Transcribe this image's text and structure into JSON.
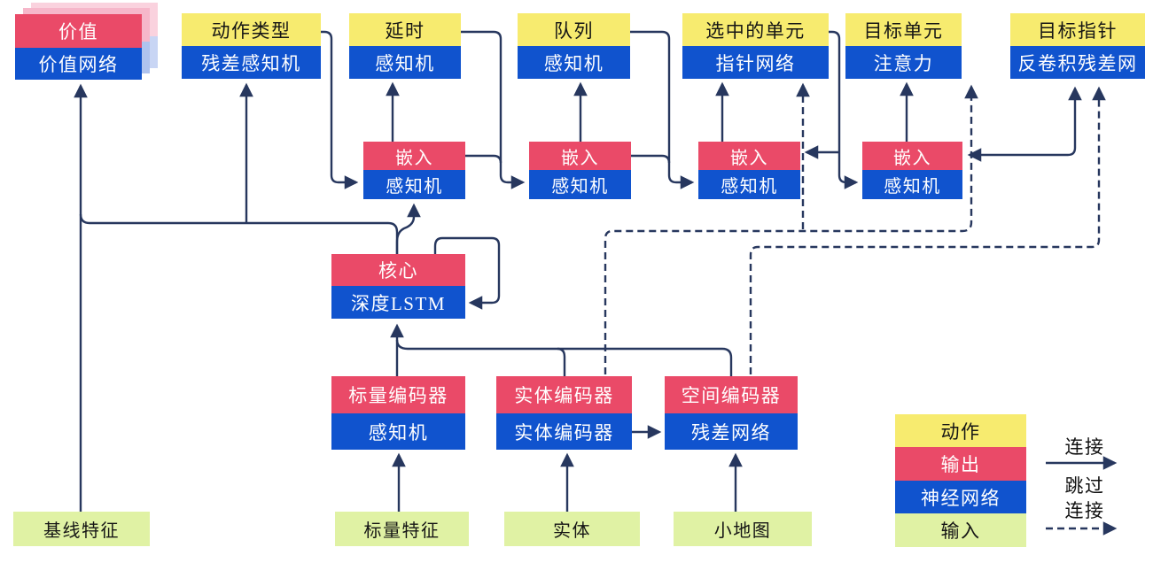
{
  "nodes": {
    "value": {
      "header": "价值",
      "body": "价值网络"
    },
    "action_type": {
      "header": "动作类型",
      "body": "残差感知机"
    },
    "delay": {
      "header": "延时",
      "body": "感知机"
    },
    "queue": {
      "header": "队列",
      "body": "感知机"
    },
    "selected_units": {
      "header": "选中的单元",
      "body": "指针网络"
    },
    "target_unit": {
      "header": "目标单元",
      "body": "注意力"
    },
    "target_point": {
      "header": "目标指针",
      "body": "反卷积残差网"
    },
    "embed1": {
      "header": "嵌入",
      "body": "感知机"
    },
    "embed2": {
      "header": "嵌入",
      "body": "感知机"
    },
    "embed3": {
      "header": "嵌入",
      "body": "感知机"
    },
    "embed4": {
      "header": "嵌入",
      "body": "感知机"
    },
    "core": {
      "header": "核心",
      "body": "深度LSTM"
    },
    "scalar_encoder": {
      "header": "标量编码器",
      "body": "感知机"
    },
    "entity_encoder": {
      "header": "实体编码器",
      "body": "实体编码器"
    },
    "spatial_encoder": {
      "header": "空间编码器",
      "body": "残差网络"
    },
    "baseline_features": {
      "label": "基线特征"
    },
    "scalar_features": {
      "label": "标量特征"
    },
    "entities": {
      "label": "实体"
    },
    "minimap": {
      "label": "小地图"
    }
  },
  "legend": {
    "action": "动作",
    "output": "输出",
    "network": "神经网络",
    "input": "输入",
    "connection": "连接",
    "skip_line1": "跳过",
    "skip_line2": "连接"
  },
  "colors": {
    "action_yellow": "#F7EB6F",
    "output_red": "#EA4A68",
    "network_blue": "#1053CE",
    "input_green": "#E0F2A4",
    "line_navy": "#27375E",
    "ghost_pink": "#F6B7CA",
    "ghost_blue": "#AFC3EE"
  },
  "connections": [
    {
      "from": "baseline_features",
      "to": "value",
      "type": "connection"
    },
    {
      "from": "core",
      "to": "value",
      "type": "connection"
    },
    {
      "from": "core",
      "to": "action_type",
      "type": "connection"
    },
    {
      "from": "core",
      "to": "embed1",
      "type": "connection"
    },
    {
      "from": "core",
      "to": "core",
      "type": "connection"
    },
    {
      "from": "scalar_encoder",
      "to": "core",
      "type": "connection"
    },
    {
      "from": "entity_encoder",
      "to": "core",
      "type": "connection"
    },
    {
      "from": "spatial_encoder",
      "to": "core",
      "type": "connection"
    },
    {
      "from": "entity_encoder",
      "to": "spatial_encoder",
      "type": "connection"
    },
    {
      "from": "scalar_features",
      "to": "scalar_encoder",
      "type": "connection"
    },
    {
      "from": "entities",
      "to": "entity_encoder",
      "type": "connection"
    },
    {
      "from": "minimap",
      "to": "spatial_encoder",
      "type": "connection"
    },
    {
      "from": "action_type",
      "to": "embed1",
      "type": "connection"
    },
    {
      "from": "embed1",
      "to": "delay",
      "type": "connection"
    },
    {
      "from": "delay",
      "to": "embed2",
      "type": "connection"
    },
    {
      "from": "embed1",
      "to": "embed2",
      "type": "connection"
    },
    {
      "from": "embed2",
      "to": "queue",
      "type": "connection"
    },
    {
      "from": "queue",
      "to": "embed3",
      "type": "connection"
    },
    {
      "from": "embed2",
      "to": "embed3",
      "type": "connection"
    },
    {
      "from": "embed3",
      "to": "selected_units",
      "type": "connection"
    },
    {
      "from": "selected_units",
      "to": "embed3",
      "type": "connection"
    },
    {
      "from": "selected_units",
      "to": "embed4",
      "type": "connection"
    },
    {
      "from": "embed4",
      "to": "target_unit",
      "type": "connection"
    },
    {
      "from": "embed4",
      "to": "target_point",
      "type": "connection-double-headed"
    },
    {
      "from": "entity_encoder",
      "to": "selected_units",
      "type": "skip"
    },
    {
      "from": "entity_encoder",
      "to": "target_unit",
      "type": "skip"
    },
    {
      "from": "spatial_encoder",
      "to": "target_point",
      "type": "skip"
    }
  ]
}
